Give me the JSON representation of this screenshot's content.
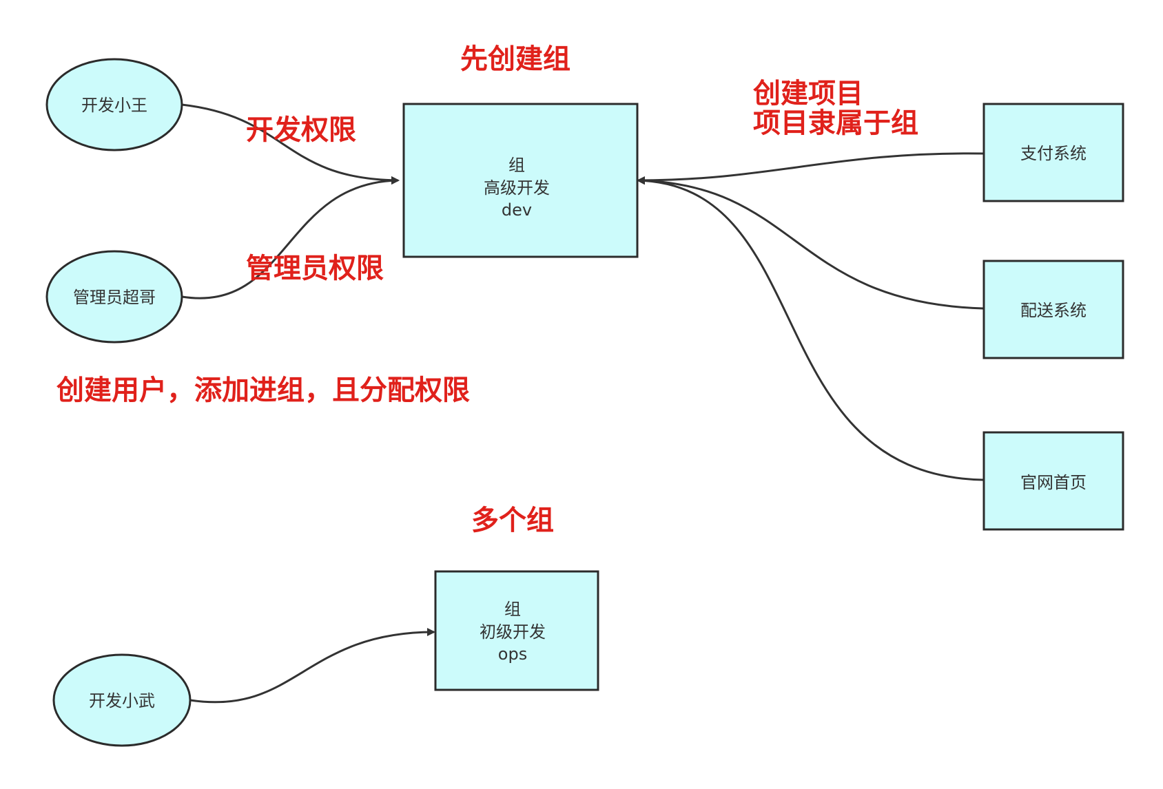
{
  "colors": {
    "node_fill": "#ccfbfb",
    "node_stroke": "#2b2b2b",
    "edge": "#333333",
    "annotation": "#e0211b",
    "node_text": "#333333"
  },
  "nodes": {
    "user_xiaowang": "开发小王",
    "user_chaoge": "管理员超哥",
    "user_xiaowu": "开发小武",
    "group_dev": {
      "line1": "组",
      "line2": "高级开发",
      "line3": "dev"
    },
    "group_ops": {
      "line1": "组",
      "line2": "初级开发",
      "line3": "ops"
    },
    "project_payment": "支付系统",
    "project_delivery": "配送系统",
    "project_homepage": "官网首页"
  },
  "annotations": {
    "create_group_first": "先创建组",
    "dev_permission": "开发权限",
    "admin_permission": "管理员权限",
    "create_project_line1": "创建项目",
    "create_project_line2": "项目隶属于组",
    "create_users": "创建用户，添加进组，且分配权限",
    "multiple_groups": "多个组"
  }
}
